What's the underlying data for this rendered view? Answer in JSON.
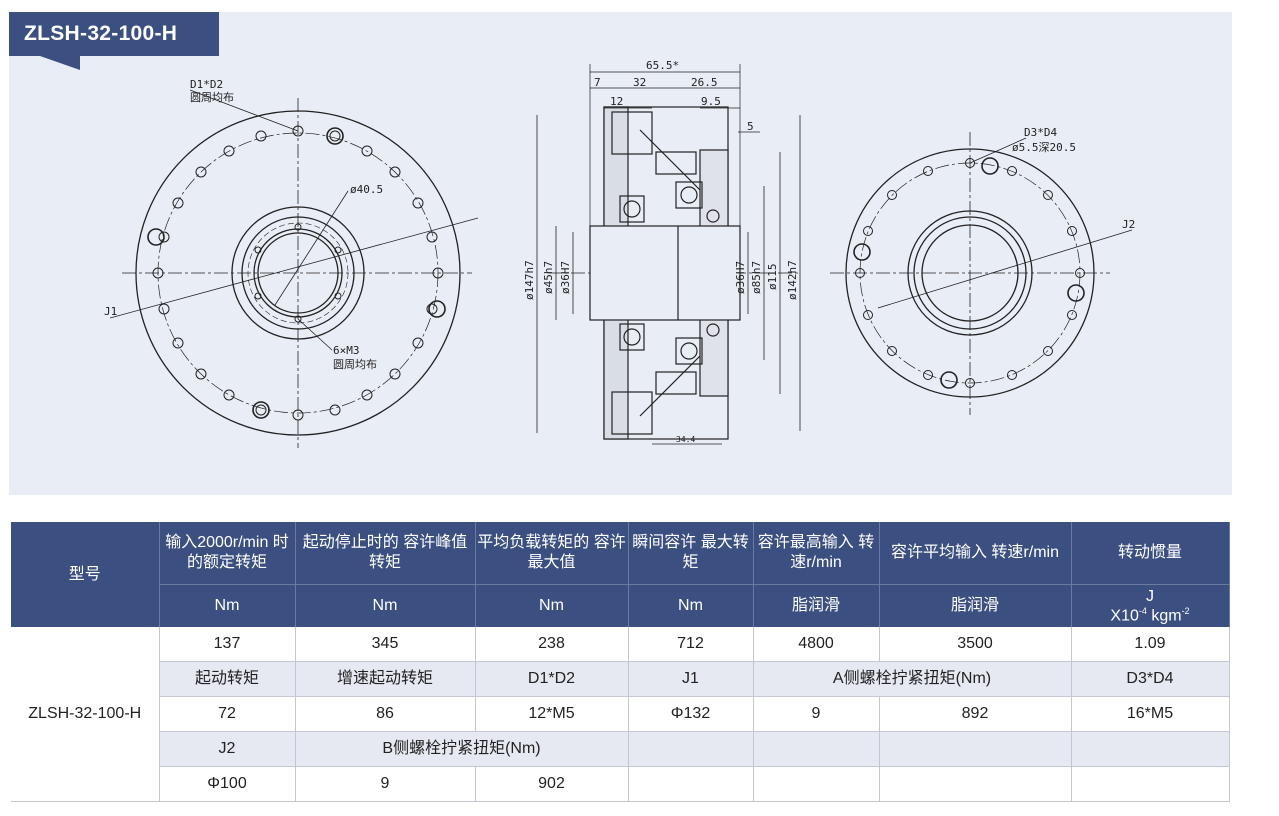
{
  "title": "ZLSH-32-100-H",
  "drawing": {
    "left_view": {
      "label_d1d2": "D1*D2",
      "label_d1d2_sub": "圆周均布",
      "label_phi": "ø40.5",
      "label_j1": "J1",
      "label_thread": "6×M3",
      "label_thread_sub": "圆周均布"
    },
    "section_view": {
      "dim_total": "65.5*",
      "dim_7": "7",
      "dim_32": "32",
      "dim_26_5": "26.5",
      "dim_12": "12",
      "dim_9_5": "9.5",
      "dim_5": "5",
      "dia_147": "ø147h7",
      "dia_45": "ø45h7",
      "dia_36a": "ø36H7",
      "dia_36b": "ø36H7",
      "dia_85": "ø85h7",
      "dia_115": "ø115",
      "dia_142": "ø142h7",
      "dim_34_4": "34.4"
    },
    "right_view": {
      "label_d3d4": "D3*D4",
      "label_hole": "ø5.5深20.5",
      "label_j2": "J2"
    }
  },
  "table": {
    "header": {
      "model": "型号",
      "cols": [
        {
          "top": "输入2000r/min 时的额定转矩",
          "unit": "Nm"
        },
        {
          "top": "起动停止时的 容许峰值转矩",
          "unit": "Nm"
        },
        {
          "top": "平均负载转矩的 容许最大值",
          "unit": "Nm"
        },
        {
          "top": "瞬间容许 最大转矩",
          "unit": "Nm"
        },
        {
          "top": "容许最高输入 转速r/min",
          "unit": "脂润滑"
        },
        {
          "top": "容许平均输入 转速r/min",
          "unit": "脂润滑"
        },
        {
          "top": "转动惯量",
          "unit_top": "J",
          "unit_main": "X10",
          "unit_exp1": "-4",
          "unit_mid": " kgm",
          "unit_exp2": "-2"
        }
      ]
    },
    "model_name": "ZLSH-32-100-H",
    "rows": [
      [
        "137",
        "345",
        "238",
        "712",
        "4800",
        "3500",
        "1.09"
      ],
      [
        "起动转矩",
        "增速起动转矩",
        "D1*D2",
        "J1",
        "A侧螺栓拧紧扭矩(Nm)",
        "D3*D4"
      ],
      [
        "72",
        "86",
        "12*M5",
        "Φ132",
        "9",
        "892",
        "16*M5"
      ],
      [
        "J2",
        "B侧螺栓拧紧扭矩(Nm)",
        "",
        "",
        "",
        ""
      ],
      [
        "Φ100",
        "9",
        "902",
        "",
        "",
        "",
        ""
      ]
    ]
  },
  "colors": {
    "header_bg": "#3b4f80",
    "panel_bg": "#e9edf5",
    "shaded_row": "#e6e9f2"
  }
}
